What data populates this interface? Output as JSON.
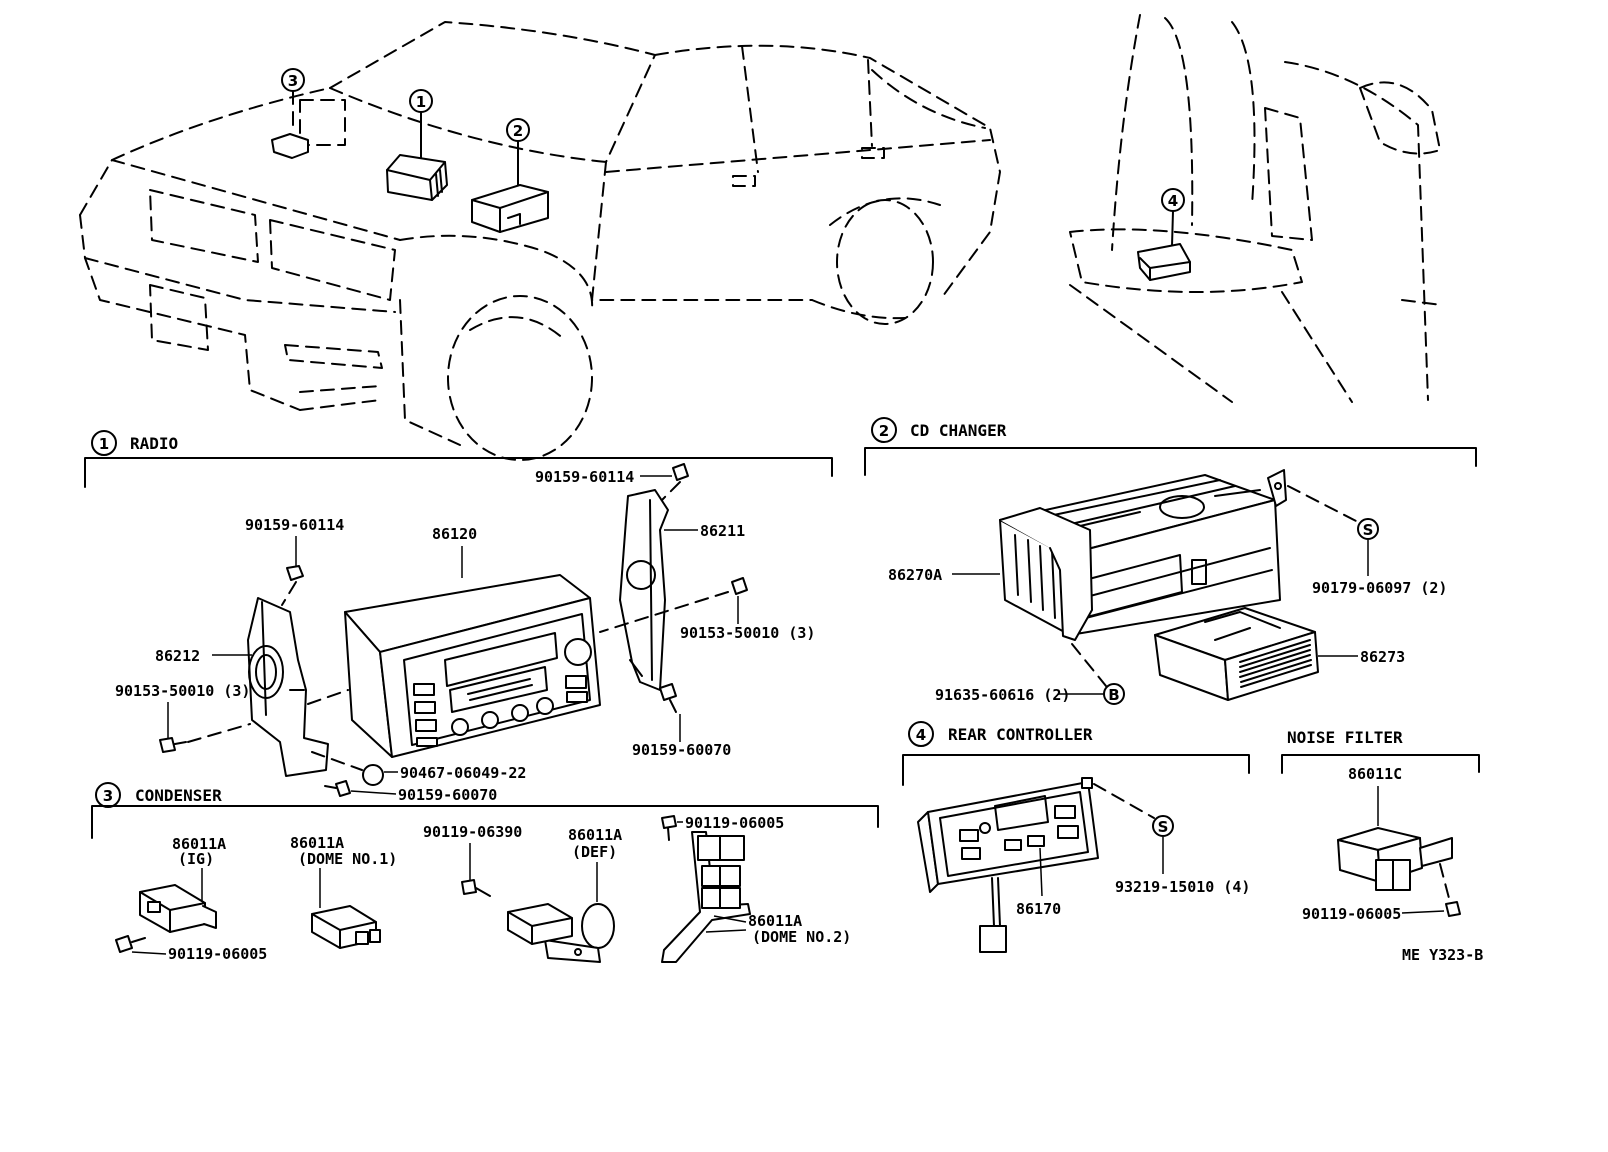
{
  "diagram_code": "ME Y323-B",
  "callouts": {
    "radio": "1",
    "cd_changer": "2",
    "condenser": "3",
    "rear_controller": "4"
  },
  "sections": {
    "radio": {
      "num": "1",
      "title": "RADIO"
    },
    "cd_changer": {
      "num": "2",
      "title": "CD CHANGER"
    },
    "condenser": {
      "num": "3",
      "title": "CONDENSER"
    },
    "rear_controller": {
      "num": "4",
      "title": "REAR CONTROLLER"
    },
    "noise_filter": {
      "title": "NOISE FILTER"
    }
  },
  "radio": {
    "screw_top": "90159-60114",
    "bracket_right": "86211",
    "screw_left_top": "90159-60114",
    "radio_unit": "86120",
    "screw_right": "90153-50010 (3)",
    "bracket_left": "86212",
    "screw_left": "90153-50010 (3)",
    "screw_right_bottom": "90159-60070",
    "plug": "90467-06049-22",
    "screw_bottom": "90159-60070"
  },
  "condenser": {
    "ig": {
      "part": "86011A",
      "note": "(IG)"
    },
    "dome1": {
      "part": "86011A",
      "note": "(DOME NO.1)"
    },
    "screw_def": "90119-06390",
    "def": {
      "part": "86011A",
      "note": "(DEF)"
    },
    "screw_dome2": "90119-06005",
    "screw_ig": "90119-06005",
    "dome2": {
      "part": "86011A",
      "note": "(DOME NO.2)"
    }
  },
  "cd_changer": {
    "unit": "86270A",
    "screw": "90179-06097 (2)",
    "magazine": "86273",
    "bolt": "91635-60616 (2)",
    "marker_b": "B",
    "marker_s": "S"
  },
  "rear_controller": {
    "unit": "86170",
    "screw": "93219-15010 (4)",
    "marker_s": "S"
  },
  "noise_filter": {
    "part": "86011C",
    "screw": "90119-06005"
  }
}
